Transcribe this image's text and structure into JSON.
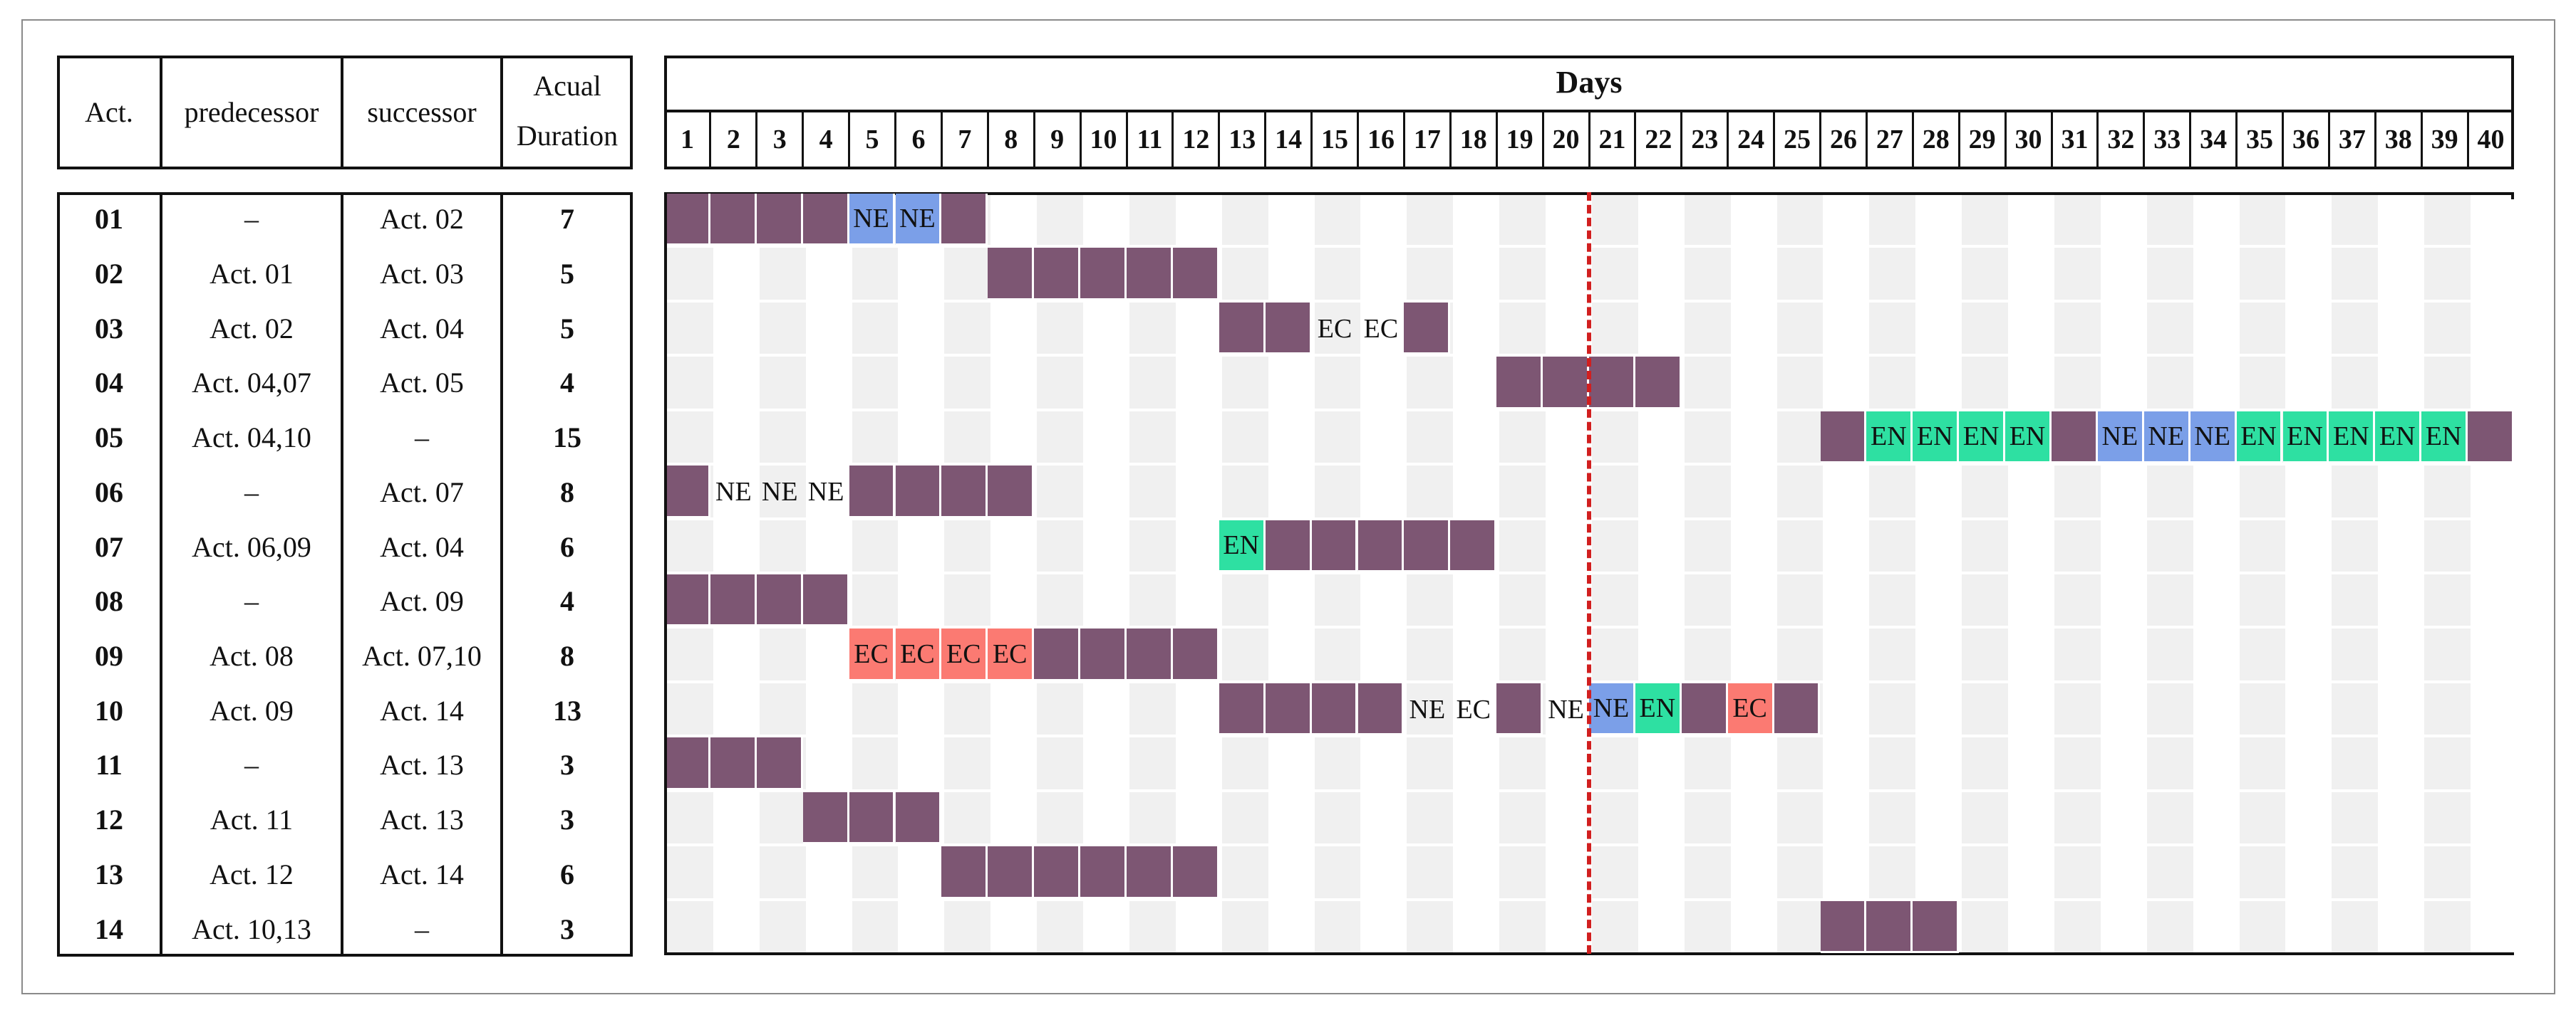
{
  "headers": {
    "act": "Act.",
    "predecessor": "predecessor",
    "successor": "successor",
    "duration_line1": "Acual",
    "duration_line2": "Duration",
    "days": "Days"
  },
  "days": [
    "1",
    "2",
    "3",
    "4",
    "5",
    "6",
    "7",
    "8",
    "9",
    "10",
    "11",
    "12",
    "13",
    "14",
    "15",
    "16",
    "17",
    "18",
    "19",
    "20",
    "21",
    "22",
    "23",
    "24",
    "25",
    "26",
    "27",
    "28",
    "29",
    "30",
    "31",
    "32",
    "33",
    "34",
    "35",
    "36",
    "37",
    "38",
    "39",
    "40"
  ],
  "current_day": 21,
  "colors": {
    "work": "#7d5673",
    "NE_blue": "#7b9fe8",
    "EN": "#2ee0a2",
    "EC_red": "#fb7a72",
    "shade": "#f0f0f0",
    "today_line": "#d11f1f"
  },
  "activities": [
    {
      "act": "01",
      "pred": "–",
      "succ": "Act. 02",
      "dur": "7",
      "cells": [
        [
          1,
          "work"
        ],
        [
          2,
          "work"
        ],
        [
          3,
          "work"
        ],
        [
          4,
          "work"
        ],
        [
          5,
          "NE_blue",
          "NE"
        ],
        [
          6,
          "NE_blue",
          "NE"
        ],
        [
          7,
          "work"
        ]
      ]
    },
    {
      "act": "02",
      "pred": "Act. 01",
      "succ": "Act. 03",
      "dur": "5",
      "cells": [
        [
          8,
          "work"
        ],
        [
          9,
          "work"
        ],
        [
          10,
          "work"
        ],
        [
          11,
          "work"
        ],
        [
          12,
          "work"
        ]
      ]
    },
    {
      "act": "03",
      "pred": "Act. 02",
      "succ": "Act. 04",
      "dur": "5",
      "cells": [
        [
          13,
          "work"
        ],
        [
          14,
          "work"
        ],
        [
          15,
          "plain",
          "EC"
        ],
        [
          16,
          "plain",
          "EC"
        ],
        [
          17,
          "work"
        ]
      ]
    },
    {
      "act": "04",
      "pred": "Act. 04,07",
      "succ": "Act. 05",
      "dur": "4",
      "cells": [
        [
          19,
          "work"
        ],
        [
          20,
          "work"
        ],
        [
          21,
          "work"
        ],
        [
          22,
          "work"
        ]
      ]
    },
    {
      "act": "05",
      "pred": "Act. 04,10",
      "succ": "–",
      "dur": "15",
      "cells": [
        [
          26,
          "work"
        ],
        [
          27,
          "EN",
          "EN"
        ],
        [
          28,
          "EN",
          "EN"
        ],
        [
          29,
          "EN",
          "EN"
        ],
        [
          30,
          "EN",
          "EN"
        ],
        [
          31,
          "work"
        ],
        [
          32,
          "NE_blue",
          "NE"
        ],
        [
          33,
          "NE_blue",
          "NE"
        ],
        [
          34,
          "NE_blue",
          "NE"
        ],
        [
          35,
          "EN",
          "EN"
        ],
        [
          36,
          "EN",
          "EN"
        ],
        [
          37,
          "EN",
          "EN"
        ],
        [
          38,
          "EN",
          "EN"
        ],
        [
          39,
          "EN",
          "EN"
        ],
        [
          40,
          "work"
        ]
      ]
    },
    {
      "act": "06",
      "pred": "–",
      "succ": "Act. 07",
      "dur": "8",
      "cells": [
        [
          1,
          "work"
        ],
        [
          2,
          "plain",
          "NE"
        ],
        [
          3,
          "plain",
          "NE"
        ],
        [
          4,
          "plain",
          "NE"
        ],
        [
          5,
          "work"
        ],
        [
          6,
          "work"
        ],
        [
          7,
          "work"
        ],
        [
          8,
          "work"
        ]
      ]
    },
    {
      "act": "07",
      "pred": "Act. 06,09",
      "succ": "Act. 04",
      "dur": "6",
      "cells": [
        [
          13,
          "EN",
          "EN"
        ],
        [
          14,
          "work"
        ],
        [
          15,
          "work"
        ],
        [
          16,
          "work"
        ],
        [
          17,
          "work"
        ],
        [
          18,
          "work"
        ]
      ]
    },
    {
      "act": "08",
      "pred": "–",
      "succ": "Act. 09",
      "dur": "4",
      "cells": [
        [
          1,
          "work"
        ],
        [
          2,
          "work"
        ],
        [
          3,
          "work"
        ],
        [
          4,
          "work"
        ]
      ]
    },
    {
      "act": "09",
      "pred": "Act. 08",
      "succ": "Act. 07,10",
      "dur": "8",
      "cells": [
        [
          5,
          "EC_red",
          "EC"
        ],
        [
          6,
          "EC_red",
          "EC"
        ],
        [
          7,
          "EC_red",
          "EC"
        ],
        [
          8,
          "EC_red",
          "EC"
        ],
        [
          9,
          "work"
        ],
        [
          10,
          "work"
        ],
        [
          11,
          "work"
        ],
        [
          12,
          "work"
        ]
      ]
    },
    {
      "act": "10",
      "pred": "Act. 09",
      "succ": "Act. 14",
      "dur": "13",
      "cells": [
        [
          13,
          "work"
        ],
        [
          14,
          "work"
        ],
        [
          15,
          "work"
        ],
        [
          16,
          "work"
        ],
        [
          17,
          "plain",
          "NE"
        ],
        [
          18,
          "plain",
          "EC"
        ],
        [
          19,
          "work"
        ],
        [
          20,
          "plain",
          "NE"
        ],
        [
          21,
          "NE_blue",
          "NE"
        ],
        [
          22,
          "EN",
          "EN"
        ],
        [
          23,
          "work"
        ],
        [
          24,
          "EC_red",
          "EC"
        ],
        [
          25,
          "work"
        ]
      ]
    },
    {
      "act": "11",
      "pred": "–",
      "succ": "Act. 13",
      "dur": "3",
      "cells": [
        [
          1,
          "work"
        ],
        [
          2,
          "work"
        ],
        [
          3,
          "work"
        ]
      ]
    },
    {
      "act": "12",
      "pred": "Act. 11",
      "succ": "Act. 13",
      "dur": "3",
      "cells": [
        [
          4,
          "work"
        ],
        [
          5,
          "work"
        ],
        [
          6,
          "work"
        ]
      ]
    },
    {
      "act": "13",
      "pred": "Act. 12",
      "succ": "Act. 14",
      "dur": "6",
      "cells": [
        [
          7,
          "work"
        ],
        [
          8,
          "work"
        ],
        [
          9,
          "work"
        ],
        [
          10,
          "work"
        ],
        [
          11,
          "work"
        ],
        [
          12,
          "work"
        ]
      ]
    },
    {
      "act": "14",
      "pred": "Act. 10,13",
      "succ": "–",
      "dur": "3",
      "cells": [
        [
          26,
          "work"
        ],
        [
          27,
          "work"
        ],
        [
          28,
          "work"
        ]
      ]
    }
  ]
}
